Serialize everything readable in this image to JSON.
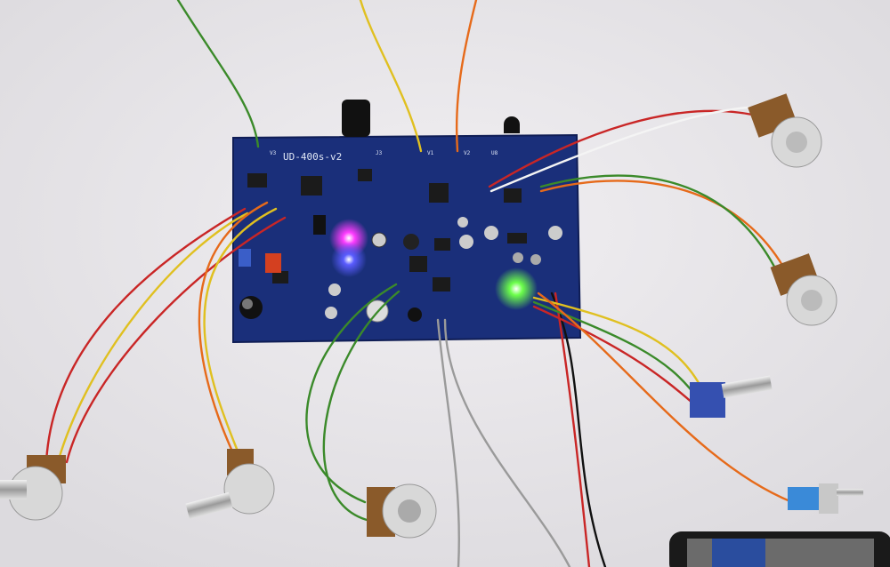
{
  "board": {
    "title": "UD-400s-v2",
    "labels": {
      "v3": "V3",
      "j3": "J3",
      "v1": "V1",
      "v2": "V2",
      "u8": "U8"
    },
    "color": "#1a2f7a"
  },
  "colors": {
    "background": "#e9e7ea",
    "led_magenta": "#ff3cff",
    "led_blue": "#5a5cff",
    "led_green": "#6cff4a"
  }
}
